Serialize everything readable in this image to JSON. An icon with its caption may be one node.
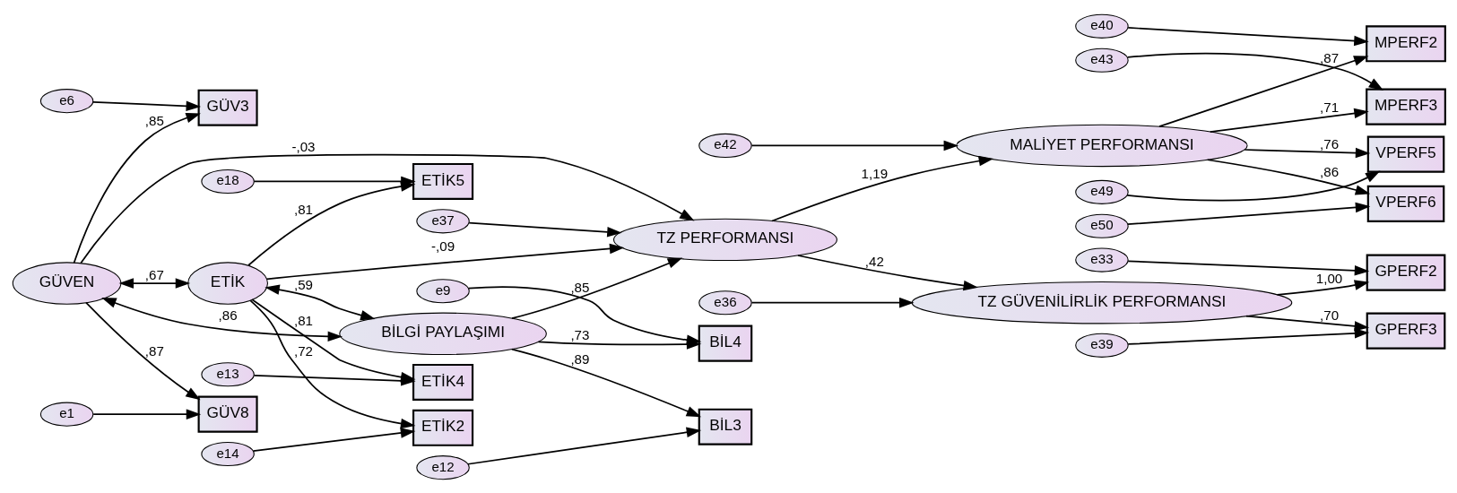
{
  "diagram": {
    "nodes": [
      {
        "text": [
          "GÜVEN"
        ]
      },
      {
        "text": [
          "ETİK"
        ]
      },
      {
        "text": [
          "BİLGİ PAYLAŞIMI"
        ]
      },
      {
        "text": [
          "TZ PERFORMANSI"
        ]
      },
      {
        "text": [
          "MALİYET PERFORMANSI"
        ]
      },
      {
        "text": [
          "TZ GÜVENİLİRLİK PERFORMANSI"
        ]
      },
      {
        "text": [
          "GÜV3"
        ]
      },
      {
        "text": [
          "GÜV8"
        ]
      },
      {
        "text": [
          "ETİK2"
        ]
      },
      {
        "text": [
          "ETİK4"
        ]
      },
      {
        "text": [
          "ETİK5"
        ]
      },
      {
        "text": [
          "BİL4"
        ]
      },
      {
        "text": [
          "BİL3"
        ]
      },
      {
        "text": [
          "MPERF2"
        ]
      },
      {
        "text": [
          "MPERF3"
        ]
      },
      {
        "text": [
          "VPERF5"
        ]
      },
      {
        "text": [
          "VPERF6"
        ]
      },
      {
        "text": [
          "GPERF2"
        ]
      },
      {
        "text": [
          "GPERF3"
        ]
      },
      {
        "text": [
          "e6"
        ]
      },
      {
        "text": [
          "e1"
        ]
      },
      {
        "text": [
          "e14"
        ]
      },
      {
        "text": [
          "e13"
        ]
      },
      {
        "text": [
          "e18"
        ]
      },
      {
        "text": [
          "e9"
        ]
      },
      {
        "text": [
          "e12"
        ]
      },
      {
        "text": [
          "e40"
        ]
      },
      {
        "text": [
          "e43"
        ]
      },
      {
        "text": [
          "e49"
        ]
      },
      {
        "text": [
          "e50"
        ]
      },
      {
        "text": [
          "e33"
        ]
      },
      {
        "text": [
          "e39"
        ]
      },
      {
        "text": [
          "e37"
        ]
      },
      {
        "text": [
          "e42"
        ]
      },
      {
        "text": [
          "e36"
        ]
      }
    ],
    "edges": [
      {
        "from": 0,
        "to": 6,
        "arrow": "to",
        "label": ",85"
      },
      {
        "from": 0,
        "to": 7,
        "arrow": "to",
        "label": ",87"
      },
      {
        "from": 1,
        "to": 8,
        "arrow": "to",
        "label": ",72"
      },
      {
        "from": 1,
        "to": 9,
        "arrow": "to",
        "label": ",81"
      },
      {
        "from": 1,
        "to": 10,
        "arrow": "to",
        "label": ",81"
      },
      {
        "from": 2,
        "to": 11,
        "arrow": "to",
        "label": ",73"
      },
      {
        "from": 2,
        "to": 12,
        "arrow": "to",
        "label": ",89"
      },
      {
        "from": 0,
        "to": 1,
        "arrow": "both",
        "label": ",67"
      },
      {
        "from": 1,
        "to": 2,
        "arrow": "both",
        "label": ",59"
      },
      {
        "from": 0,
        "to": 2,
        "arrow": "both",
        "label": ",86"
      },
      {
        "from": 0,
        "to": 3,
        "arrow": "to",
        "label": "-,03"
      },
      {
        "from": 1,
        "to": 3,
        "arrow": "to",
        "label": "-,09"
      },
      {
        "from": 2,
        "to": 3,
        "arrow": "to",
        "label": ",85"
      },
      {
        "from": 3,
        "to": 4,
        "arrow": "to",
        "label": "1,19"
      },
      {
        "from": 3,
        "to": 5,
        "arrow": "to",
        "label": ",42"
      },
      {
        "from": 4,
        "to": 13,
        "arrow": "to",
        "label": ",87"
      },
      {
        "from": 4,
        "to": 14,
        "arrow": "to",
        "label": ",71"
      },
      {
        "from": 4,
        "to": 15,
        "arrow": "to",
        "label": ",76"
      },
      {
        "from": 4,
        "to": 16,
        "arrow": "to",
        "label": ",86"
      },
      {
        "from": 5,
        "to": 17,
        "arrow": "to",
        "label": "1,00"
      },
      {
        "from": 5,
        "to": 18,
        "arrow": "to",
        "label": ",70"
      },
      {
        "from": 19,
        "to": 6,
        "arrow": "to"
      },
      {
        "from": 20,
        "to": 7,
        "arrow": "to"
      },
      {
        "from": 21,
        "to": 8,
        "arrow": "to"
      },
      {
        "from": 22,
        "to": 9,
        "arrow": "to"
      },
      {
        "from": 23,
        "to": 10,
        "arrow": "to"
      },
      {
        "from": 24,
        "to": 11,
        "arrow": "to"
      },
      {
        "from": 25,
        "to": 12,
        "arrow": "to"
      },
      {
        "from": 26,
        "to": 13,
        "arrow": "to"
      },
      {
        "from": 27,
        "to": 14,
        "arrow": "to"
      },
      {
        "from": 28,
        "to": 15,
        "arrow": "to"
      },
      {
        "from": 29,
        "to": 16,
        "arrow": "to"
      },
      {
        "from": 30,
        "to": 17,
        "arrow": "to"
      },
      {
        "from": 31,
        "to": 18,
        "arrow": "to"
      },
      {
        "from": 32,
        "to": 3,
        "arrow": "to"
      },
      {
        "from": 33,
        "to": 4,
        "arrow": "to"
      },
      {
        "from": 34,
        "to": 5,
        "arrow": "to"
      }
    ]
  }
}
